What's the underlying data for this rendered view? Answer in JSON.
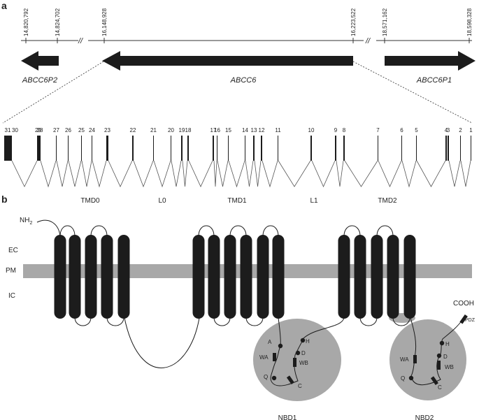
{
  "panel_a": {
    "label": "a",
    "coordinates": [
      "14,820,792",
      "14,824,702",
      "16,148,928",
      "16,223,522",
      "18,571,162",
      "18,598,328"
    ],
    "break_mark": "//",
    "genes": [
      "ABCC6P2",
      "ABCC6",
      "ABCC6P1"
    ],
    "exons": [
      "31",
      "30",
      "29",
      "28",
      "27",
      "26",
      "25",
      "24",
      "23",
      "22",
      "21",
      "20",
      "19",
      "18",
      "17",
      "16",
      "15",
      "14",
      "13",
      "12",
      "11",
      "10",
      "9",
      "8",
      "7",
      "6",
      "5",
      "4",
      "3",
      "2",
      "1"
    ]
  },
  "panel_b": {
    "label": "b",
    "domains": {
      "tmd0": "TMD0",
      "l0": "L0",
      "tmd1": "TMD1",
      "l1": "L1",
      "tmd2": "TMD2"
    },
    "nh2_base": "NH",
    "nh2_sub": "2",
    "ec": "EC",
    "pm": "PM",
    "ic": "IC",
    "cooh": "COOH",
    "pdz": "PDZ",
    "nbd1": {
      "name": "NBD1",
      "A": "A",
      "H": "H",
      "D": "D",
      "WA": "WA",
      "WB": "WB",
      "Q": "Q",
      "C": "C"
    },
    "nbd2": {
      "name": "NBD2",
      "H": "H",
      "D": "D",
      "WA": "WA",
      "WB": "WB",
      "Q": "Q",
      "C": "C"
    }
  },
  "colors": {
    "dark": "#1c1c1c",
    "grey": "#a8a8a8",
    "line": "#555555"
  }
}
